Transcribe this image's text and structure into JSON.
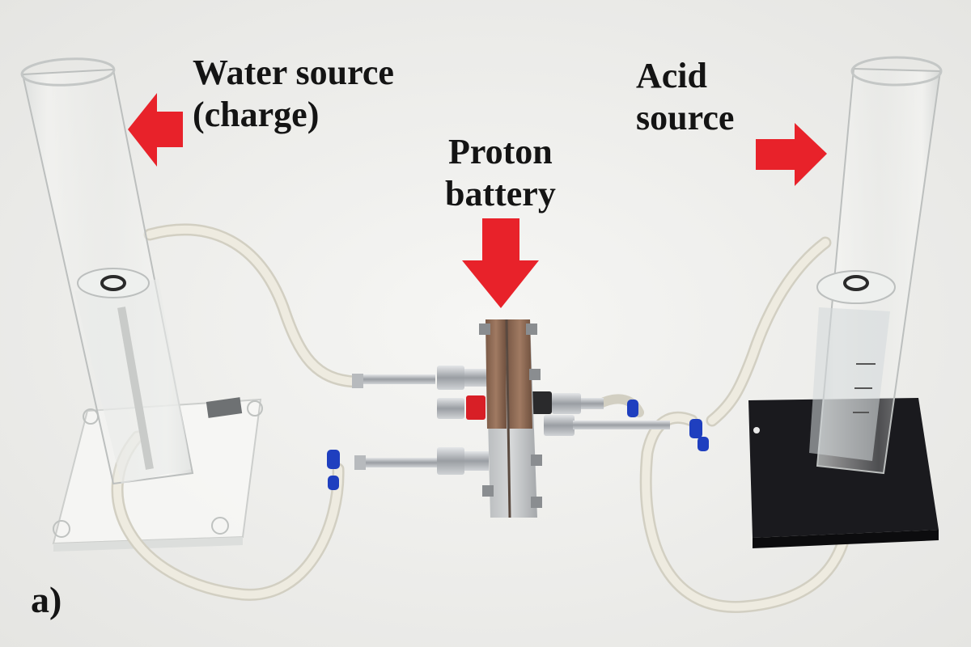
{
  "labels": {
    "water_source_line1": "Water source",
    "water_source_line2": "(charge)",
    "acid_source_line1": "Acid",
    "acid_source_line2": "source",
    "proton_battery_line1": "Proton",
    "proton_battery_line2": "battery",
    "panel": "a)"
  },
  "arrows": [
    {
      "name": "water-source-arrow",
      "direction": "left",
      "points_to": "water source cylinder"
    },
    {
      "name": "proton-battery-arrow",
      "direction": "down",
      "points_to": "proton battery cell"
    },
    {
      "name": "acid-source-arrow",
      "direction": "right",
      "points_to": "acid source cylinder"
    }
  ],
  "colors": {
    "background": "#f2f2f0",
    "arrow": "#e8222a",
    "text": "#141414",
    "tubing": "#e6e3d6",
    "battery_plate": "#8b6a55",
    "fittings": "#a9adb2",
    "acid_base": "#1a1a1e",
    "clips": "#1f3fbf"
  }
}
